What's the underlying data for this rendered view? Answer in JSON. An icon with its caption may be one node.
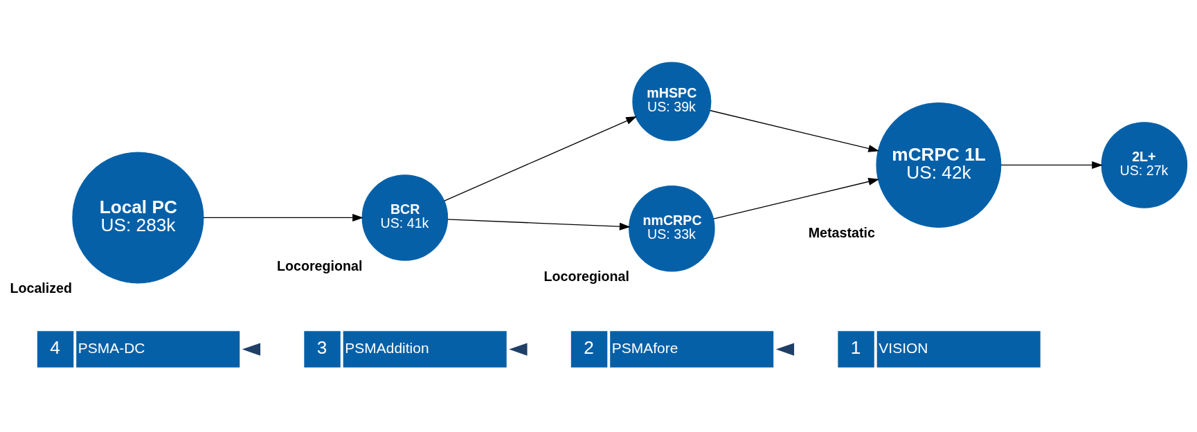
{
  "diagram": {
    "nodes": [
      {
        "text": [
          "4",
          "PSMA-DC"
        ]
      },
      {
        "text": [
          "3",
          "PSMAddition"
        ]
      },
      {
        "text": [
          "2",
          "PSMAfore"
        ]
      },
      {
        "text": [
          "1",
          "VISION"
        ]
      },
      {
        "text": [
          "Local PC",
          "US: 283k"
        ],
        "beside": [
          "Localized"
        ]
      },
      {
        "text": [
          "BCR",
          "US: 41k"
        ],
        "beside": [
          "Locoregional"
        ]
      },
      {
        "text": [
          "mHSPC",
          "US: 39k"
        ]
      },
      {
        "text": [
          "nmCRPC",
          "US: 33k"
        ],
        "beside": [
          "Locoregional"
        ]
      },
      {
        "text": [
          "mCRPC 1L",
          "US: 42k"
        ],
        "beside": [
          "Metastatic"
        ]
      },
      {
        "text": [
          "2L+",
          "US: 27k"
        ]
      }
    ],
    "edges": [
      {
        "from": 3,
        "to": 2,
        "arrow": "to"
      },
      {
        "from": 2,
        "to": 1,
        "arrow": "to"
      },
      {
        "from": 1,
        "to": 0,
        "arrow": "to"
      },
      {
        "from": 4,
        "to": 5,
        "arrow": "to"
      },
      {
        "from": 5,
        "to": 6,
        "arrow": "to"
      },
      {
        "from": 5,
        "to": 7,
        "arrow": "to"
      },
      {
        "from": 6,
        "to": 8,
        "arrow": "to"
      },
      {
        "from": 7,
        "to": 8,
        "arrow": "to"
      },
      {
        "from": 8,
        "to": 9,
        "arrow": "to"
      }
    ]
  }
}
